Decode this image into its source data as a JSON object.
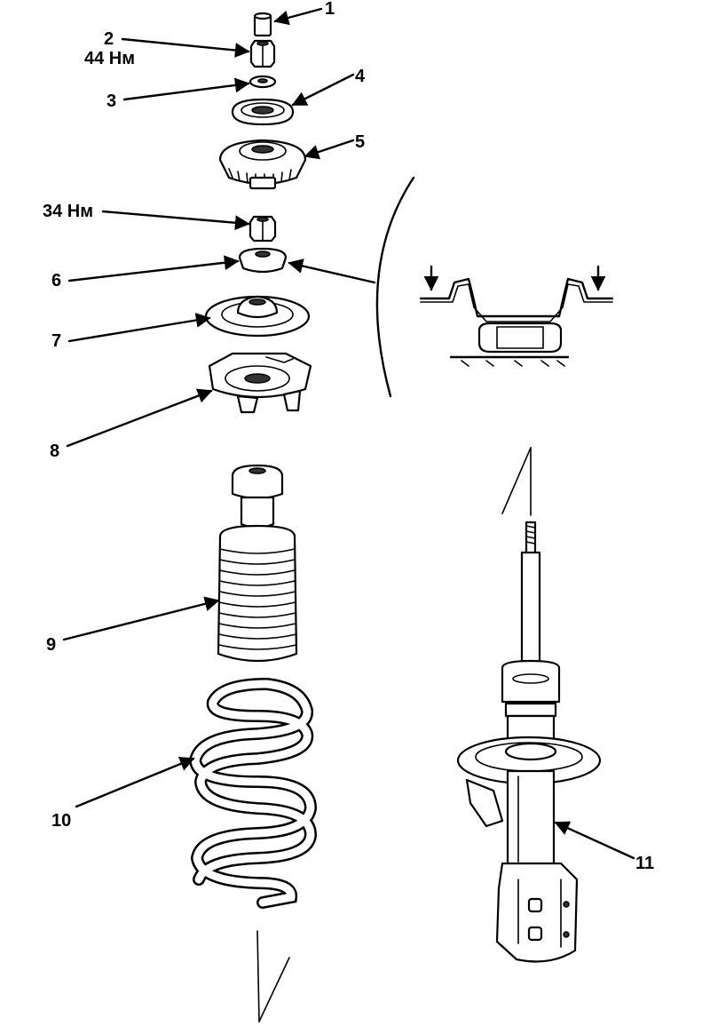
{
  "labels": {
    "p1": "1",
    "p2": "2",
    "p3": "3",
    "p4": "4",
    "p5": "5",
    "p6": "6",
    "p7": "7",
    "p8": "8",
    "p9": "9",
    "p10": "10",
    "p11": "11"
  },
  "torques": {
    "nut_top": "44 Нм",
    "nut_mid": "34 Нм"
  }
}
